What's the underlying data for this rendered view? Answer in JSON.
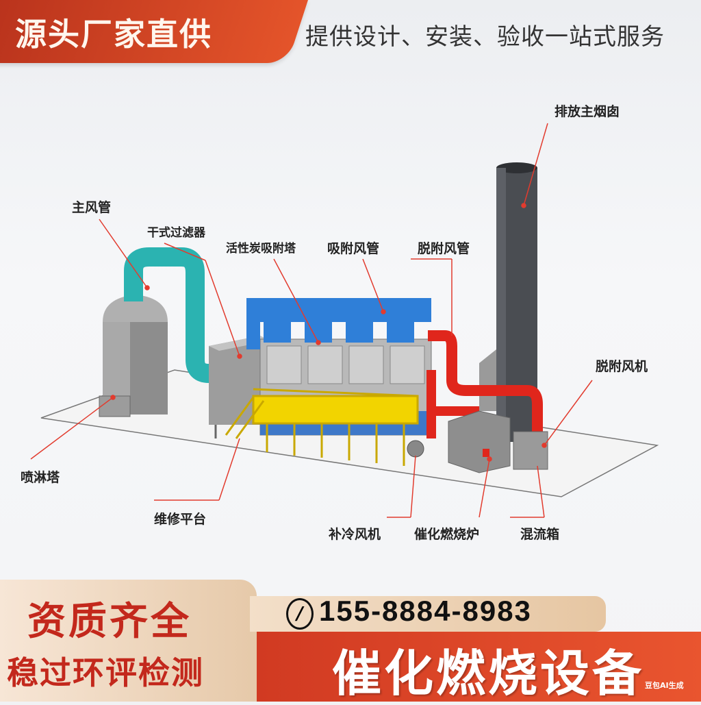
{
  "header": {
    "title": "源头厂家直供",
    "subtitle": "提供设计、安装、验收一站式服务"
  },
  "diagram": {
    "labels": {
      "chimney": "排放主烟囱",
      "main_duct": "主风管",
      "dry_filter": "干式过滤器",
      "carbon_tower": "活性炭吸附塔",
      "adsorption_duct": "吸附风管",
      "desorption_duct": "脱附风管",
      "desorption_fan": "脱附风机",
      "spray_tower": "喷淋塔",
      "platform": "维修平台",
      "cooling_fan": "补冷风机",
      "catalytic_furnace": "催化燃烧炉",
      "mixing_box": "混流箱"
    },
    "colors": {
      "leader": "#e23b2e",
      "main_duct": "#2bb3b1",
      "blue_duct": "#2f7fd8",
      "red_duct": "#e0261c",
      "platform": "#e6c400"
    }
  },
  "footer": {
    "badge_line1": "资质齐全",
    "badge_line2": "稳过环评检测",
    "phone": "155-8884-8983",
    "product": "催化燃烧设备",
    "watermark": "豆包AI生成"
  }
}
